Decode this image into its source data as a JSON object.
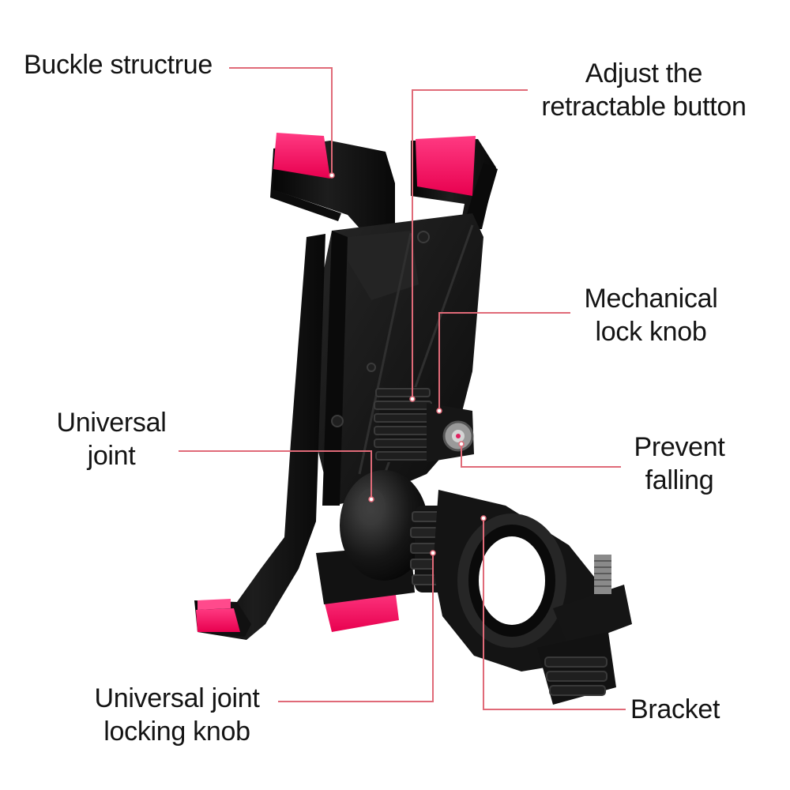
{
  "labels": {
    "buckle": {
      "text": "Buckle structrue"
    },
    "adjust": {
      "line1": "Adjust the",
      "line2": "retractable button"
    },
    "mechanical": {
      "line1": "Mechanical",
      "line2": "lock knob"
    },
    "universal": {
      "line1": "Universal",
      "line2": "joint"
    },
    "prevent": {
      "line1": "Prevent",
      "line2": "falling"
    },
    "universal_knob": {
      "line1": "Universal joint",
      "line2": "locking knob"
    },
    "bracket": {
      "text": "Bracket"
    }
  },
  "colors": {
    "callout_line": "#e06a78",
    "accent_pink": "#ff1f6e",
    "body_black": "#121212",
    "body_gray": "#2a2a2a",
    "label_text": "#141414",
    "background": "#ffffff"
  }
}
